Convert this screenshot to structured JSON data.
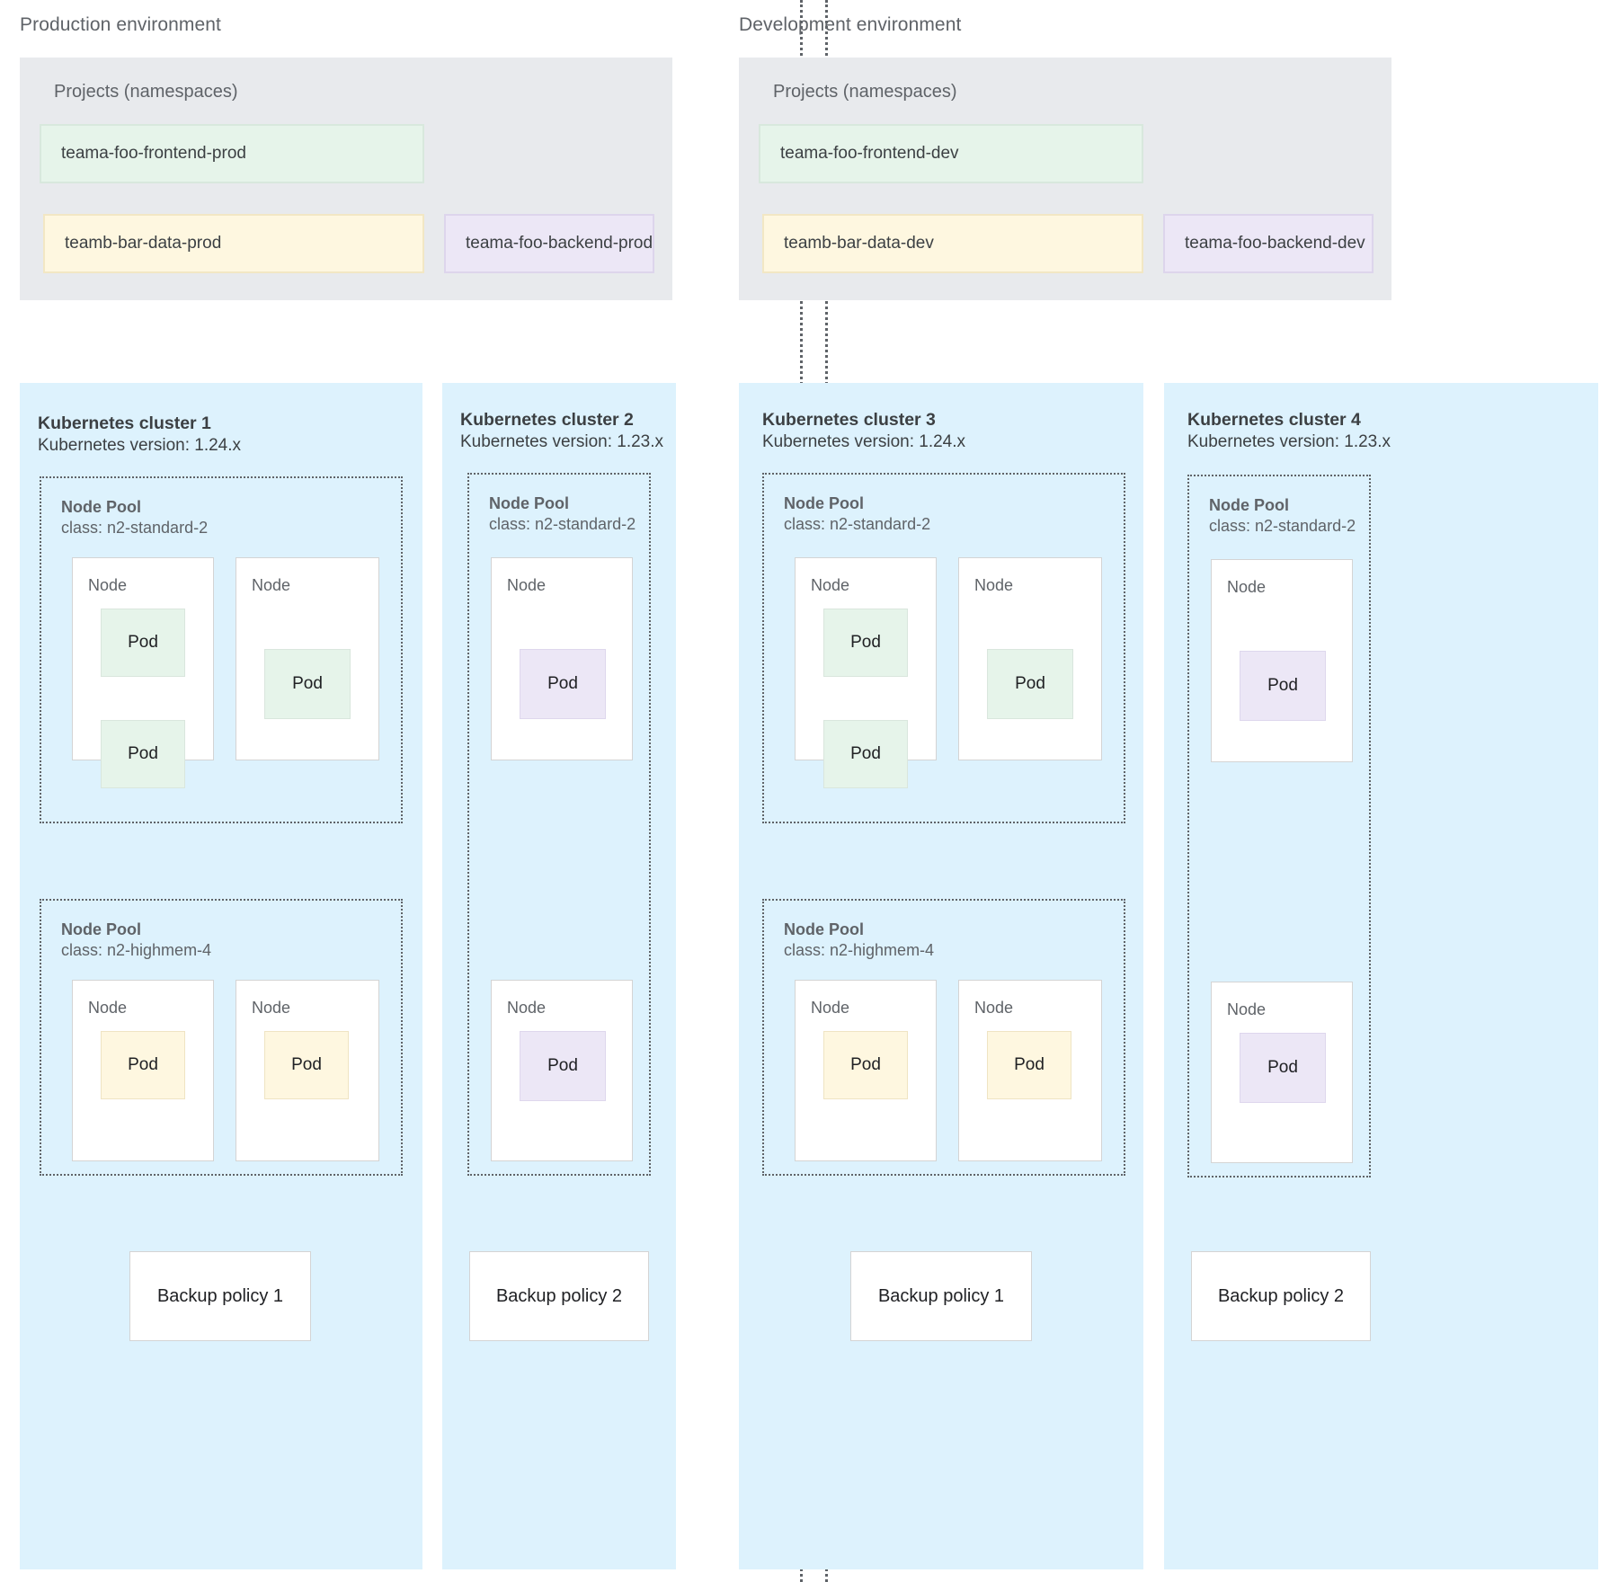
{
  "environments": [
    {
      "title": "Production environment",
      "projects_label": "Projects (namespaces)",
      "namespaces": [
        {
          "name": "teama-foo-frontend-prod",
          "color": "green"
        },
        {
          "name": "teamb-bar-data-prod",
          "color": "yellow"
        },
        {
          "name": "teama-foo-backend-prod",
          "color": "purple"
        }
      ]
    },
    {
      "title": "Development environment",
      "projects_label": "Projects (namespaces)",
      "namespaces": [
        {
          "name": "teama-foo-frontend-dev",
          "color": "green"
        },
        {
          "name": "teamb-bar-data-dev",
          "color": "yellow"
        },
        {
          "name": "teama-foo-backend-dev",
          "color": "purple"
        }
      ]
    }
  ],
  "clusters": [
    {
      "title": "Kubernetes cluster 1",
      "version": "Kubernetes version: 1.24.x",
      "backup_policy": "Backup policy 1",
      "node_pools": [
        {
          "title": "Node Pool",
          "class": "class: n2-standard-2",
          "nodes": [
            {
              "label": "Node",
              "pods": [
                {
                  "label": "Pod",
                  "color": "green"
                },
                {
                  "label": "Pod",
                  "color": "green"
                }
              ]
            },
            {
              "label": "Node",
              "pods": [
                {
                  "label": "Pod",
                  "color": "green"
                }
              ]
            }
          ]
        },
        {
          "title": "Node Pool",
          "class": "class: n2-highmem-4",
          "nodes": [
            {
              "label": "Node",
              "pods": [
                {
                  "label": "Pod",
                  "color": "yellow"
                }
              ]
            },
            {
              "label": "Node",
              "pods": [
                {
                  "label": "Pod",
                  "color": "yellow"
                }
              ]
            }
          ]
        }
      ]
    },
    {
      "title": "Kubernetes cluster 2",
      "version": "Kubernetes version: 1.23.x",
      "backup_policy": "Backup policy 2",
      "node_pools": [
        {
          "title": "Node Pool",
          "class": "class: n2-standard-2",
          "nodes": [
            {
              "label": "Node",
              "pods": [
                {
                  "label": "Pod",
                  "color": "purple"
                }
              ]
            },
            {
              "label": "Node",
              "pods": [
                {
                  "label": "Pod",
                  "color": "purple"
                }
              ]
            }
          ]
        }
      ]
    },
    {
      "title": "Kubernetes cluster 3",
      "version": "Kubernetes version: 1.24.x",
      "backup_policy": "Backup policy 1",
      "node_pools": [
        {
          "title": "Node Pool",
          "class": "class: n2-standard-2",
          "nodes": [
            {
              "label": "Node",
              "pods": [
                {
                  "label": "Pod",
                  "color": "green"
                },
                {
                  "label": "Pod",
                  "color": "green"
                }
              ]
            },
            {
              "label": "Node",
              "pods": [
                {
                  "label": "Pod",
                  "color": "green"
                }
              ]
            }
          ]
        },
        {
          "title": "Node Pool",
          "class": "class: n2-highmem-4",
          "nodes": [
            {
              "label": "Node",
              "pods": [
                {
                  "label": "Pod",
                  "color": "yellow"
                }
              ]
            },
            {
              "label": "Node",
              "pods": [
                {
                  "label": "Pod",
                  "color": "yellow"
                }
              ]
            }
          ]
        }
      ]
    },
    {
      "title": "Kubernetes cluster 4",
      "version": "Kubernetes version: 1.23.x",
      "backup_policy": "Backup policy 2",
      "node_pools": [
        {
          "title": "Node Pool",
          "class": "class: n2-standard-2",
          "nodes": [
            {
              "label": "Node",
              "pods": [
                {
                  "label": "Pod",
                  "color": "purple"
                }
              ]
            },
            {
              "label": "Node",
              "pods": [
                {
                  "label": "Pod",
                  "color": "purple"
                }
              ]
            }
          ]
        }
      ]
    }
  ],
  "colors": {
    "cluster_bg": "#ddf2fd",
    "projects_bg": "#e8eaed",
    "green": "#e6f4ea",
    "yellow": "#fef7e0",
    "purple": "#ece7f6",
    "text": "#3c4043",
    "muted": "#5f6368"
  }
}
